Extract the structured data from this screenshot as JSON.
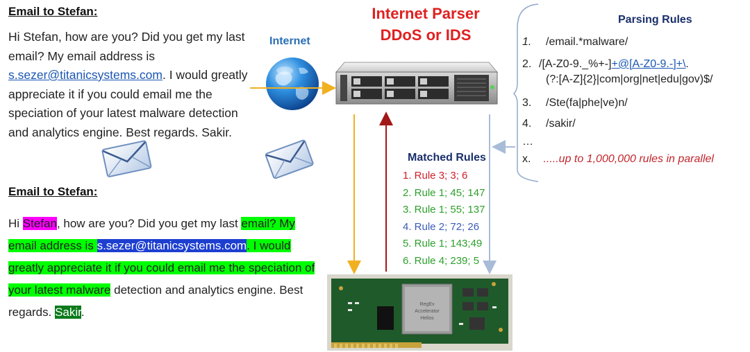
{
  "email1": {
    "title": "Email to Stefan:",
    "line_pre": "Hi Stefan, how are you?  Did you get my last email? My email address is ",
    "address": "s.sezer@titanicsystems.com",
    "line_post": ". I would greatly appreciate it if you could email me the speciation of your latest malware detection and analytics engine. Best regards. Sakir."
  },
  "email2": {
    "title": "Email to Stefan:",
    "hi": "Hi ",
    "stefan": "Stefan",
    "seg1": ", how are you?  Did you get my last ",
    "seg2": "email? My email address is ",
    "address": "s.sezer@titanicsystems.com",
    "seg3": ". I would greatly appreciate it if you could email me the speciation of your latest malware",
    "seg4": " detection and analytics engine. Best regards. ",
    "sakir": "Sakir",
    "end": "."
  },
  "header": {
    "title_line1": "Internet Parser",
    "title_line2": "DDoS or IDS",
    "internet_label": "Internet"
  },
  "parsing_rules": {
    "title": "Parsing Rules",
    "rule1_num": "1.",
    "rule1": "/email.*malware/",
    "rule2_num": "2.",
    "rule2_pre": "/[A-Z0-9._%+-]",
    "rule2_link": "+@[A-Z0-9.-]+\\",
    "rule2_post": ".",
    "rule2_line2": "(?:[A-Z]{2}|com|org|net|edu|gov)$/",
    "rule3_num": "3.",
    "rule3": "/Ste(fa|phe|ve)n/",
    "rule4_num": "4.",
    "rule4": "/sakir/",
    "ellipsis": "…",
    "rulex_num": "x.",
    "rulex": ".....up to 1,000,000 rules in parallel"
  },
  "matched_rules": {
    "title": "Matched Rules",
    "items": [
      {
        "text": "1. Rule 3; 3; 6",
        "color": "#d0202a"
      },
      {
        "text": "2. Rule 1; 45; 147",
        "color": "#2ca02c"
      },
      {
        "text": "3. Rule 1; 55; 137",
        "color": "#2ca02c"
      },
      {
        "text": "4. Rule 2; 72; 26",
        "color": "#3b5bb8"
      },
      {
        "text": "5. Rule 1; 143;49",
        "color": "#2ca02c"
      },
      {
        "text": "6. Rule 4; 239; 5",
        "color": "#2ca02c"
      }
    ]
  },
  "hardware": {
    "chip_text_1": "RegEx",
    "chip_text_2": "Accelerator",
    "chip_text_3": "Helios"
  },
  "colors": {
    "title_red": "#e02020",
    "navy": "#1a2f6b",
    "arrow_orange": "#f0b020",
    "arrow_red": "#a01818",
    "arrow_blue": "#a8bcd8"
  }
}
